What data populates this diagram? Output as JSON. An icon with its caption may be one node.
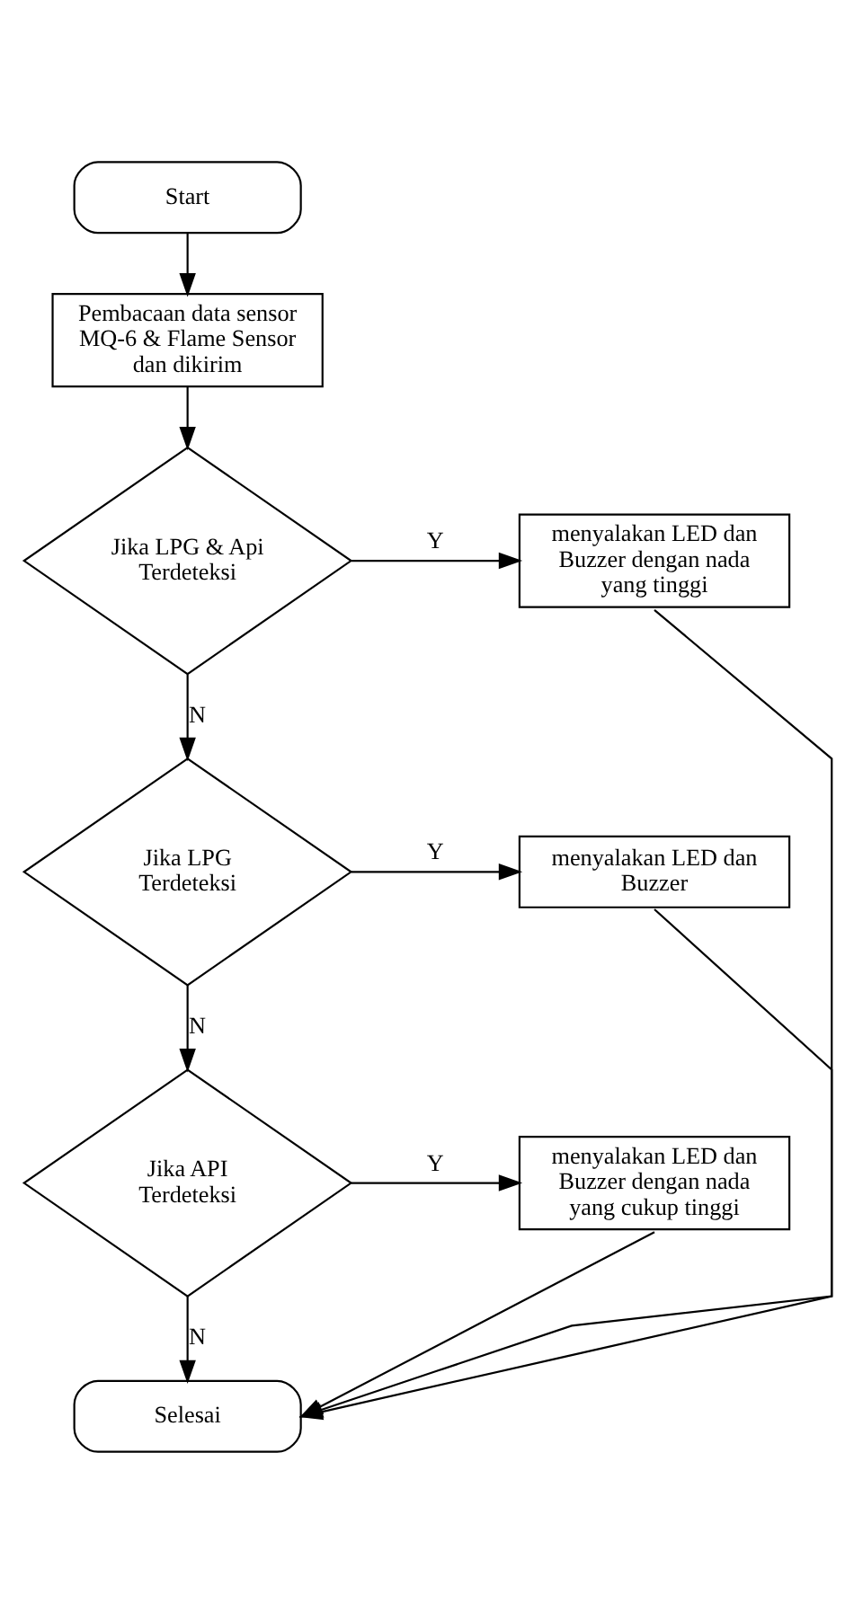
{
  "diagram": {
    "nodes": [
      {
        "text": [
          "Start"
        ]
      },
      {
        "text": [
          "Pembacaan data sensor MQ-6 & Flame Sensor dan dikirim"
        ]
      },
      {
        "text": [
          "Jika LPG & Api Terdeteksi"
        ]
      },
      {
        "text": [
          "menyalakan LED dan Buzzer dengan nada yang tinggi"
        ]
      },
      {
        "text": [
          "Jika LPG Terdeteksi"
        ]
      },
      {
        "text": [
          "menyalakan LED dan Buzzer"
        ]
      },
      {
        "text": [
          "Jika API Terdeteksi"
        ]
      },
      {
        "text": [
          "menyalakan LED dan Buzzer dengan nada yang cukup tinggi"
        ]
      },
      {
        "text": [
          "Selesai"
        ]
      }
    ],
    "edges": [
      {
        "from": 0,
        "to": 1,
        "arrow": "to"
      },
      {
        "from": 1,
        "to": 2,
        "arrow": "to"
      },
      {
        "from": 2,
        "to": 3,
        "arrow": "to",
        "label": "Y"
      },
      {
        "from": 2,
        "to": 4,
        "arrow": "to",
        "label": "N"
      },
      {
        "from": 4,
        "to": 5,
        "arrow": "to",
        "label": "Y"
      },
      {
        "from": 4,
        "to": 6,
        "arrow": "to",
        "label": "N"
      },
      {
        "from": 6,
        "to": 7,
        "arrow": "to",
        "label": "Y"
      },
      {
        "from": 6,
        "to": 8,
        "arrow": "to",
        "label": "N"
      },
      {
        "from": 3,
        "to": 8,
        "arrow": "to"
      },
      {
        "from": 5,
        "to": 8,
        "arrow": "to"
      },
      {
        "from": 7,
        "to": 8,
        "arrow": "to"
      }
    ]
  }
}
